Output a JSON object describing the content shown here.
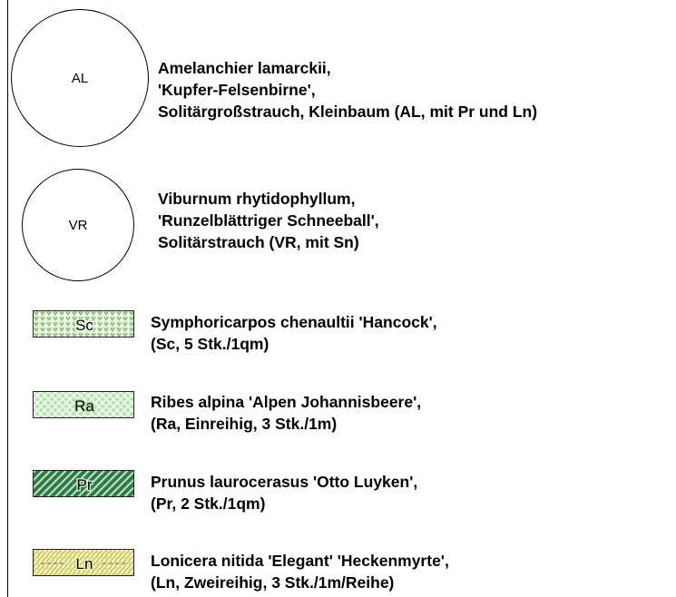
{
  "entries": [
    {
      "code": "AL",
      "lines": [
        "Amelanchier lamarckii,",
        "'Kupfer-Felsenbirne',",
        "Solitärgroßstrauch, Kleinbaum (AL, mit Pr und Ln)"
      ]
    },
    {
      "code": "VR",
      "lines": [
        "Viburnum rhytidophyllum,",
        "'Runzelblättriger Schneeball',",
        "Solitärstrauch (VR, mit Sn)"
      ]
    },
    {
      "code": "Sc",
      "pattern": "triangles",
      "lines": [
        "Symphoricarpos chenaultii 'Hancock',",
        "(Sc, 5 Stk./1qm)"
      ]
    },
    {
      "code": "Ra",
      "pattern": "crosshatch",
      "lines": [
        "Ribes alpina 'Alpen Johannisbeere',",
        "(Ra, Einreihig, 3 Stk./1m)"
      ]
    },
    {
      "code": "Pr",
      "pattern": "diagonal",
      "lines": [
        "Prunus laurocerasus 'Otto Luyken',",
        "(Pr, 2 Stk./1qm)"
      ]
    },
    {
      "code": "Ln",
      "pattern": "brick-hatch",
      "lines": [
        "Lonicera nitida 'Elegant' 'Heckenmyrte',",
        "(Ln, Zweireihig, 3 Stk./1m/Reihe)"
      ]
    }
  ],
  "colors": {
    "outline": "#000000",
    "sc_fill": "#eef7e4",
    "sc_mark": "#5aa04a",
    "ra_fill": "#b7e3b0",
    "ra_mark": "#ffffff",
    "pr_fill": "#2f7a4a",
    "pr_mark": "#c8e6c8",
    "ln_fill": "#f4f2b0",
    "ln_mark": "#9a9a3a"
  }
}
